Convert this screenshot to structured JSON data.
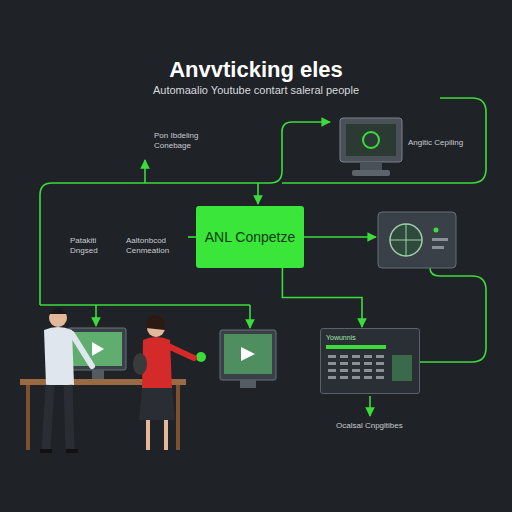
{
  "diagram": {
    "title": "Anvvticking eles",
    "nodes": [
      {
        "text": [
          "ANL Conpetze"
        ]
      },
      {
        "text": [
          "Yowunnis"
        ]
      }
    ],
    "edges": [
      {
        "from": 0,
        "to": 1,
        "arrow": "to"
      }
    ],
    "labels": [
      "Automaalio Youtube contart saleral people",
      "Pon Ibdeling Conebage",
      "Angitic Cepiling",
      "Patakiti Dngsed",
      "Aaltonbcod Cenmeation",
      "Ocalsal Cnpgltibes"
    ]
  }
}
